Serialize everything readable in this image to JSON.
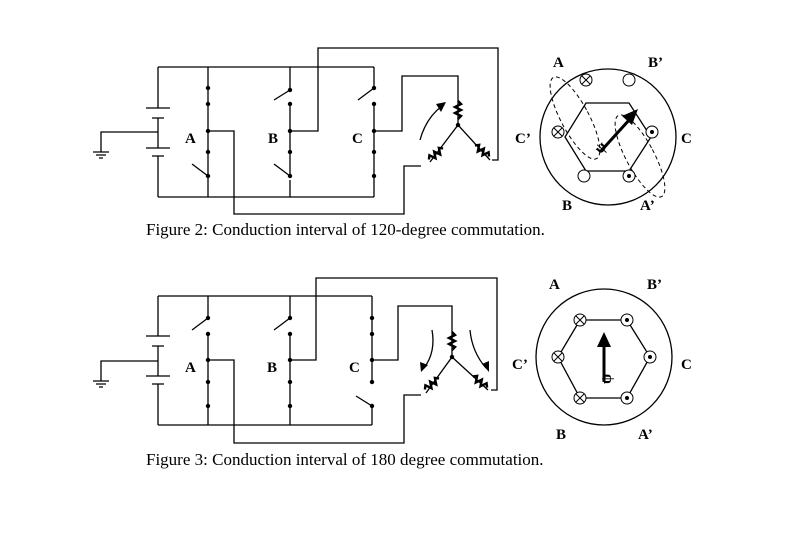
{
  "figure2": {
    "caption": "Figure 2: Conduction interval of 120-degree commutation.",
    "leg_labels": [
      "A",
      "B",
      "C"
    ],
    "motor_labels": {
      "a": "A",
      "b_prime": "B’",
      "c_prime": "C’",
      "c": "C",
      "b": "B",
      "a_prime": "A’"
    },
    "vector_label": "ψ"
  },
  "figure3": {
    "caption": "Figure 3: Conduction interval of 180 degree commutation.",
    "leg_labels": [
      "A",
      "B",
      "C"
    ],
    "motor_labels": {
      "a": "A",
      "b_prime": "B’",
      "c_prime": "C’",
      "c": "C",
      "b": "B",
      "a_prime": "A’"
    },
    "vector_label": "ψ"
  }
}
